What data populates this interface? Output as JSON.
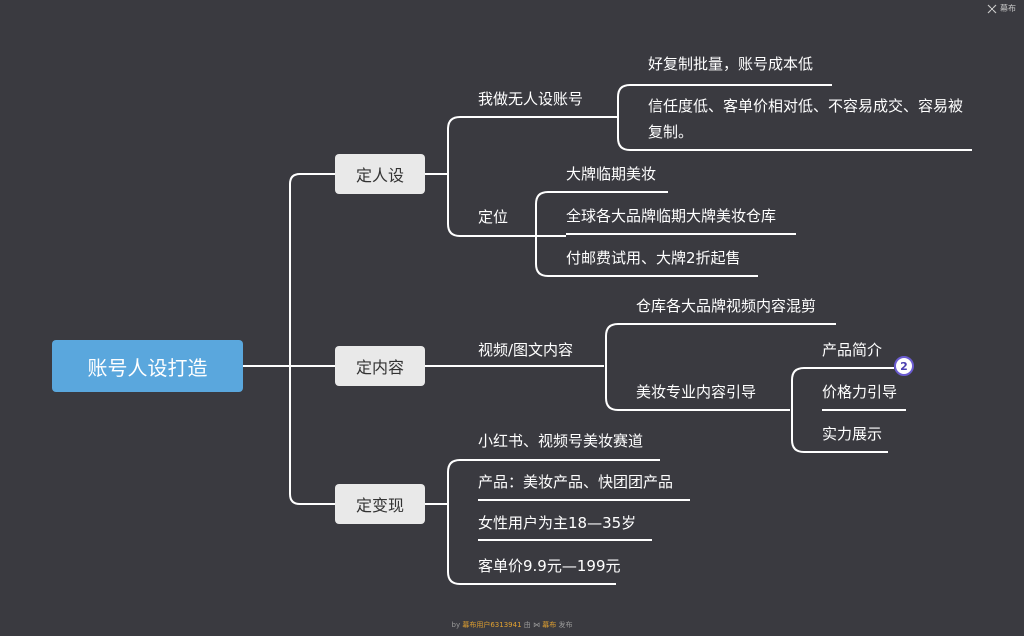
{
  "brand": {
    "label": "幕布"
  },
  "root": {
    "label": "账号人设打造"
  },
  "branches": {
    "persona": {
      "label": "定人设",
      "children": {
        "faceless": {
          "label": "我做无人设账号",
          "items": [
            "好复制批量，账号成本低",
            "信任度低、客单价相对低、不容易成交、容易被复制。"
          ]
        },
        "positioning": {
          "label": "定位",
          "items": [
            "大牌临期美妆",
            "全球各大品牌临期大牌美妆仓库",
            "付邮费试用、大牌2折起售"
          ]
        }
      }
    },
    "content": {
      "label": "定内容",
      "children": {
        "video": {
          "label": "视频/图文内容",
          "items": [
            "仓库各大品牌视频内容混剪"
          ],
          "guide": {
            "label": "美妆专业内容引导",
            "items": [
              "产品简介",
              "价格力引导",
              "实力展示"
            ]
          }
        }
      }
    },
    "monetize": {
      "label": "定变现",
      "items": [
        "小红书、视频号美妆赛道",
        "产品：美妆产品、快团团产品",
        "女性用户为主18—35岁",
        "客单价9.9元—199元"
      ]
    }
  },
  "badge": {
    "count": "2"
  },
  "footer": {
    "prefix": "by",
    "user": "幕布用户6313941",
    "middle": "由",
    "brand": "幕布",
    "suffix": "发布"
  },
  "colors": {
    "background": "#3a3a40",
    "root": "#5aa7dd",
    "box": "#e9e9e9",
    "line": "#ffffff",
    "badge_border": "#6a5bd0"
  }
}
